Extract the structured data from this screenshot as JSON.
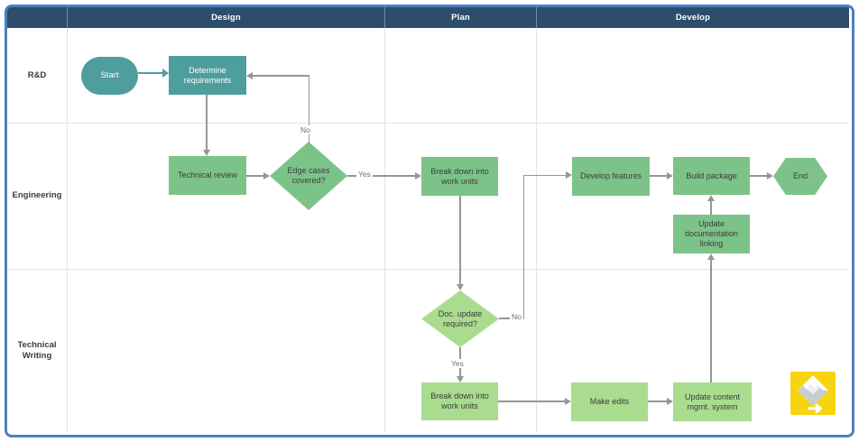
{
  "phases": [
    {
      "label": "Design"
    },
    {
      "label": "Plan"
    },
    {
      "label": "Develop"
    }
  ],
  "lanes": [
    {
      "label": "R&D"
    },
    {
      "label": "Engineering"
    },
    {
      "label": "Technical Writing"
    }
  ],
  "nodes": {
    "start": {
      "label": "Start"
    },
    "determine_requirements": {
      "label": "Determine requirements"
    },
    "technical_review": {
      "label": "Technical review"
    },
    "edge_cases_covered": {
      "label": "Edge cases covered?"
    },
    "break_down_work_units_eng": {
      "label": "Break down into work units"
    },
    "develop_features": {
      "label": "Develop features"
    },
    "build_package": {
      "label": "Build package"
    },
    "end": {
      "label": "End"
    },
    "update_documentation_linking": {
      "label": "Update documentation linking"
    },
    "doc_update_required": {
      "label": "Doc. update required?"
    },
    "break_down_work_units_tw": {
      "label": "Break down into work units"
    },
    "make_edits": {
      "label": "Make edits"
    },
    "update_content_mgmt_system": {
      "label": "Update content mgmt. system"
    }
  },
  "edge_labels": {
    "edge_cases_no": "No",
    "edge_cases_yes": "Yes",
    "doc_update_no": "No",
    "doc_update_yes": "Yes"
  },
  "colors": {
    "header_bg": "#2D4D6B",
    "frame_blue": "#4C80C6",
    "teal_shape": "#4E9E9E",
    "green_shape": "#7CC389",
    "light_green_shape": "#A9DC8E",
    "connector_gray": "#969696",
    "logo_yellow": "#F8D410"
  }
}
